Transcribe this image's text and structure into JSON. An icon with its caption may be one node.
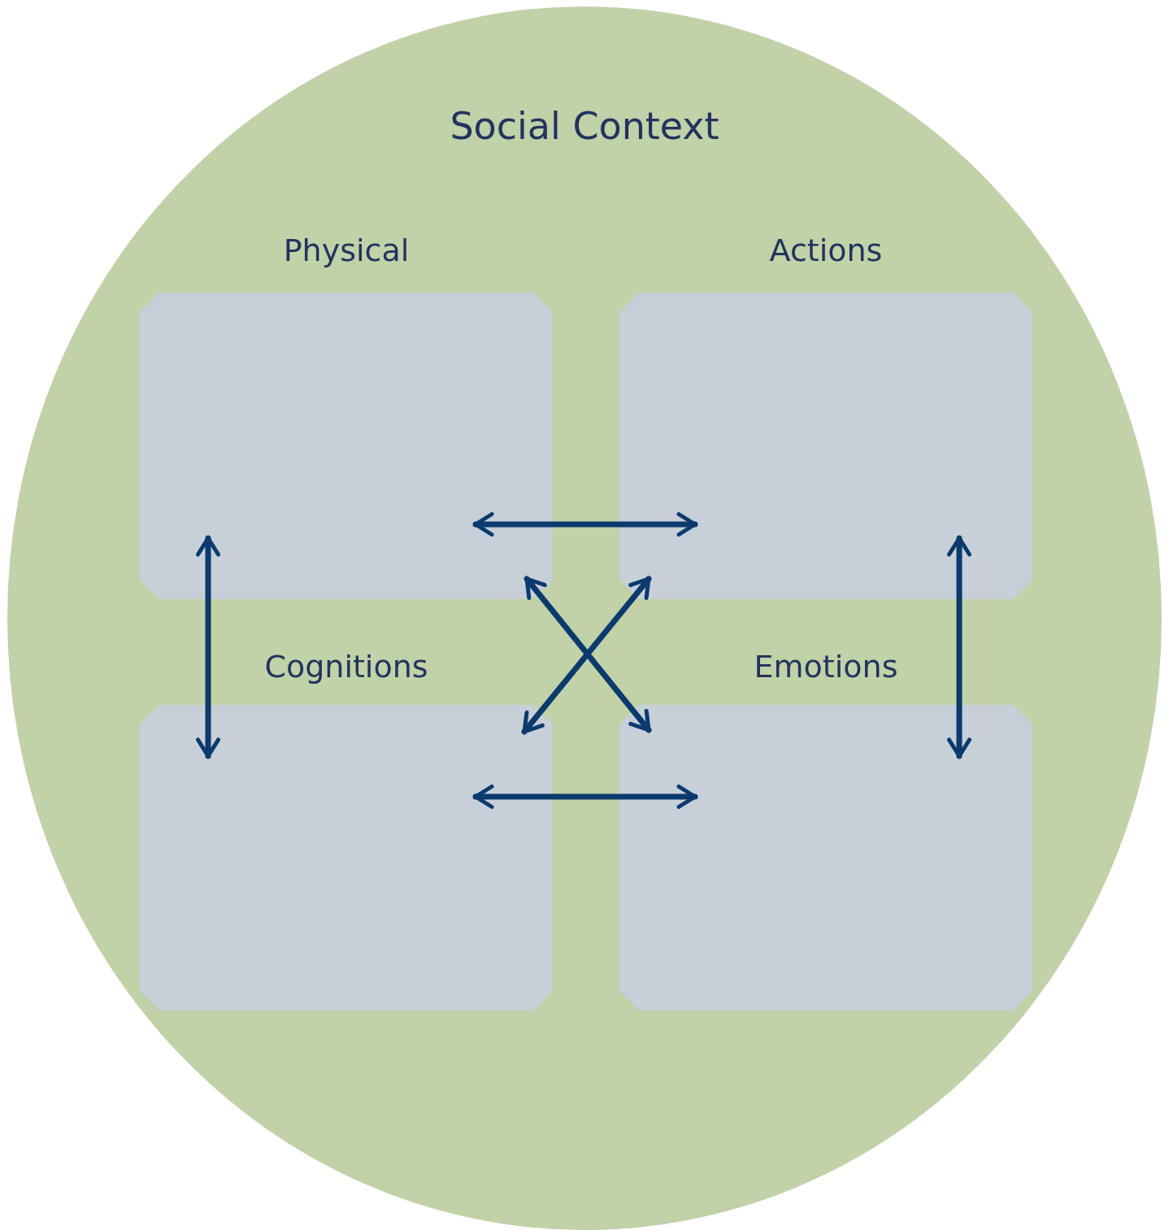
{
  "diagram": {
    "nodes": [
      {
        "text": [
          "Social Context"
        ]
      },
      {
        "text": [
          "Physical"
        ],
        "in": 0
      },
      {
        "text": [
          "Actions"
        ],
        "in": 0
      },
      {
        "text": [
          "Cognitions"
        ],
        "in": 0
      },
      {
        "text": [
          "Emotions"
        ],
        "in": 0
      }
    ],
    "edges": [
      {
        "from": 1,
        "to": 2,
        "arrow": "both"
      },
      {
        "from": 1,
        "to": 3,
        "arrow": "both"
      },
      {
        "from": 2,
        "to": 4,
        "arrow": "both"
      },
      {
        "from": 3,
        "to": 4,
        "arrow": "both"
      },
      {
        "from": 1,
        "to": 4,
        "arrow": "both"
      },
      {
        "from": 2,
        "to": 3,
        "arrow": "both"
      }
    ]
  }
}
